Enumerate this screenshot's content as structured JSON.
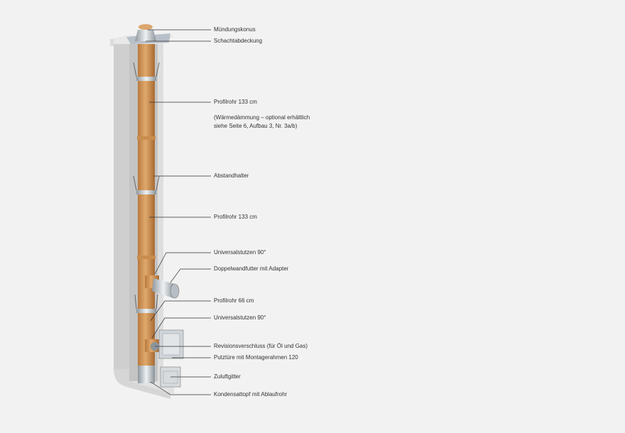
{
  "labels": [
    {
      "text": "Mündungskonus"
    },
    {
      "text": "Schachtabdeckung"
    },
    {
      "text": "Profilrohr 133 cm"
    },
    {
      "text": "(Wärmedämmung – optional erhältlich"
    },
    {
      "text": "siehe Seite 6, Aufbau 3, Nr. 3a/b)"
    },
    {
      "text": "Abstandhalter"
    },
    {
      "text": "Profilrohr 133 cm"
    },
    {
      "text": "Universalstutzen 90°"
    },
    {
      "text": "Doppelwandfutter mit Adapter"
    },
    {
      "text": "Profilrohr 66 cm"
    },
    {
      "text": "Universalstutzen 90°"
    },
    {
      "text": "Revisionsverschluss (für Öl und Gas)"
    },
    {
      "text": "Putztüre mit Montagerahmen 120"
    },
    {
      "text": "Zuluftgitter"
    },
    {
      "text": "Kondensattopf mit Ablaufrohr"
    }
  ],
  "colors": {
    "pipe": "#d9a066",
    "wall": "#d8d8d8",
    "metal": "#c5cbd0"
  }
}
